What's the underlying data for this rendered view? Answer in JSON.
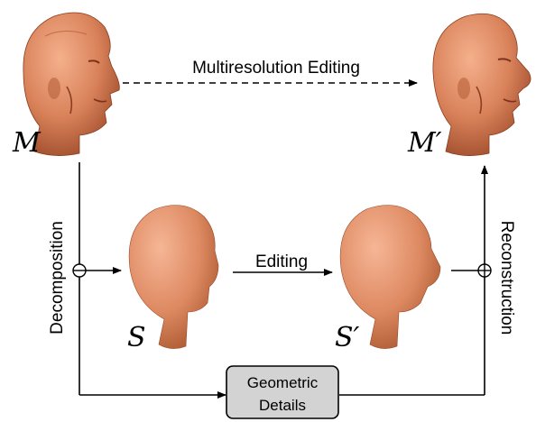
{
  "labels": {
    "multires": "Multiresolution Editing",
    "editing": "Editing",
    "decomposition": "Decomposition",
    "reconstruction": "Reconstruction",
    "details_line1": "Geometric",
    "details_line2": "Details"
  },
  "symbols": {
    "m": "M",
    "m_prime": "M′",
    "s": "S",
    "s_prime": "S′"
  },
  "colors": {
    "head_fill": "#d9825a",
    "head_dark": "#a9512f",
    "box_fill": "#d3d3d3"
  },
  "icons": [
    "detailed-head-icon",
    "edited-detailed-head-icon",
    "smooth-head-icon",
    "edited-smooth-head-icon",
    "circle-plus-icon"
  ]
}
